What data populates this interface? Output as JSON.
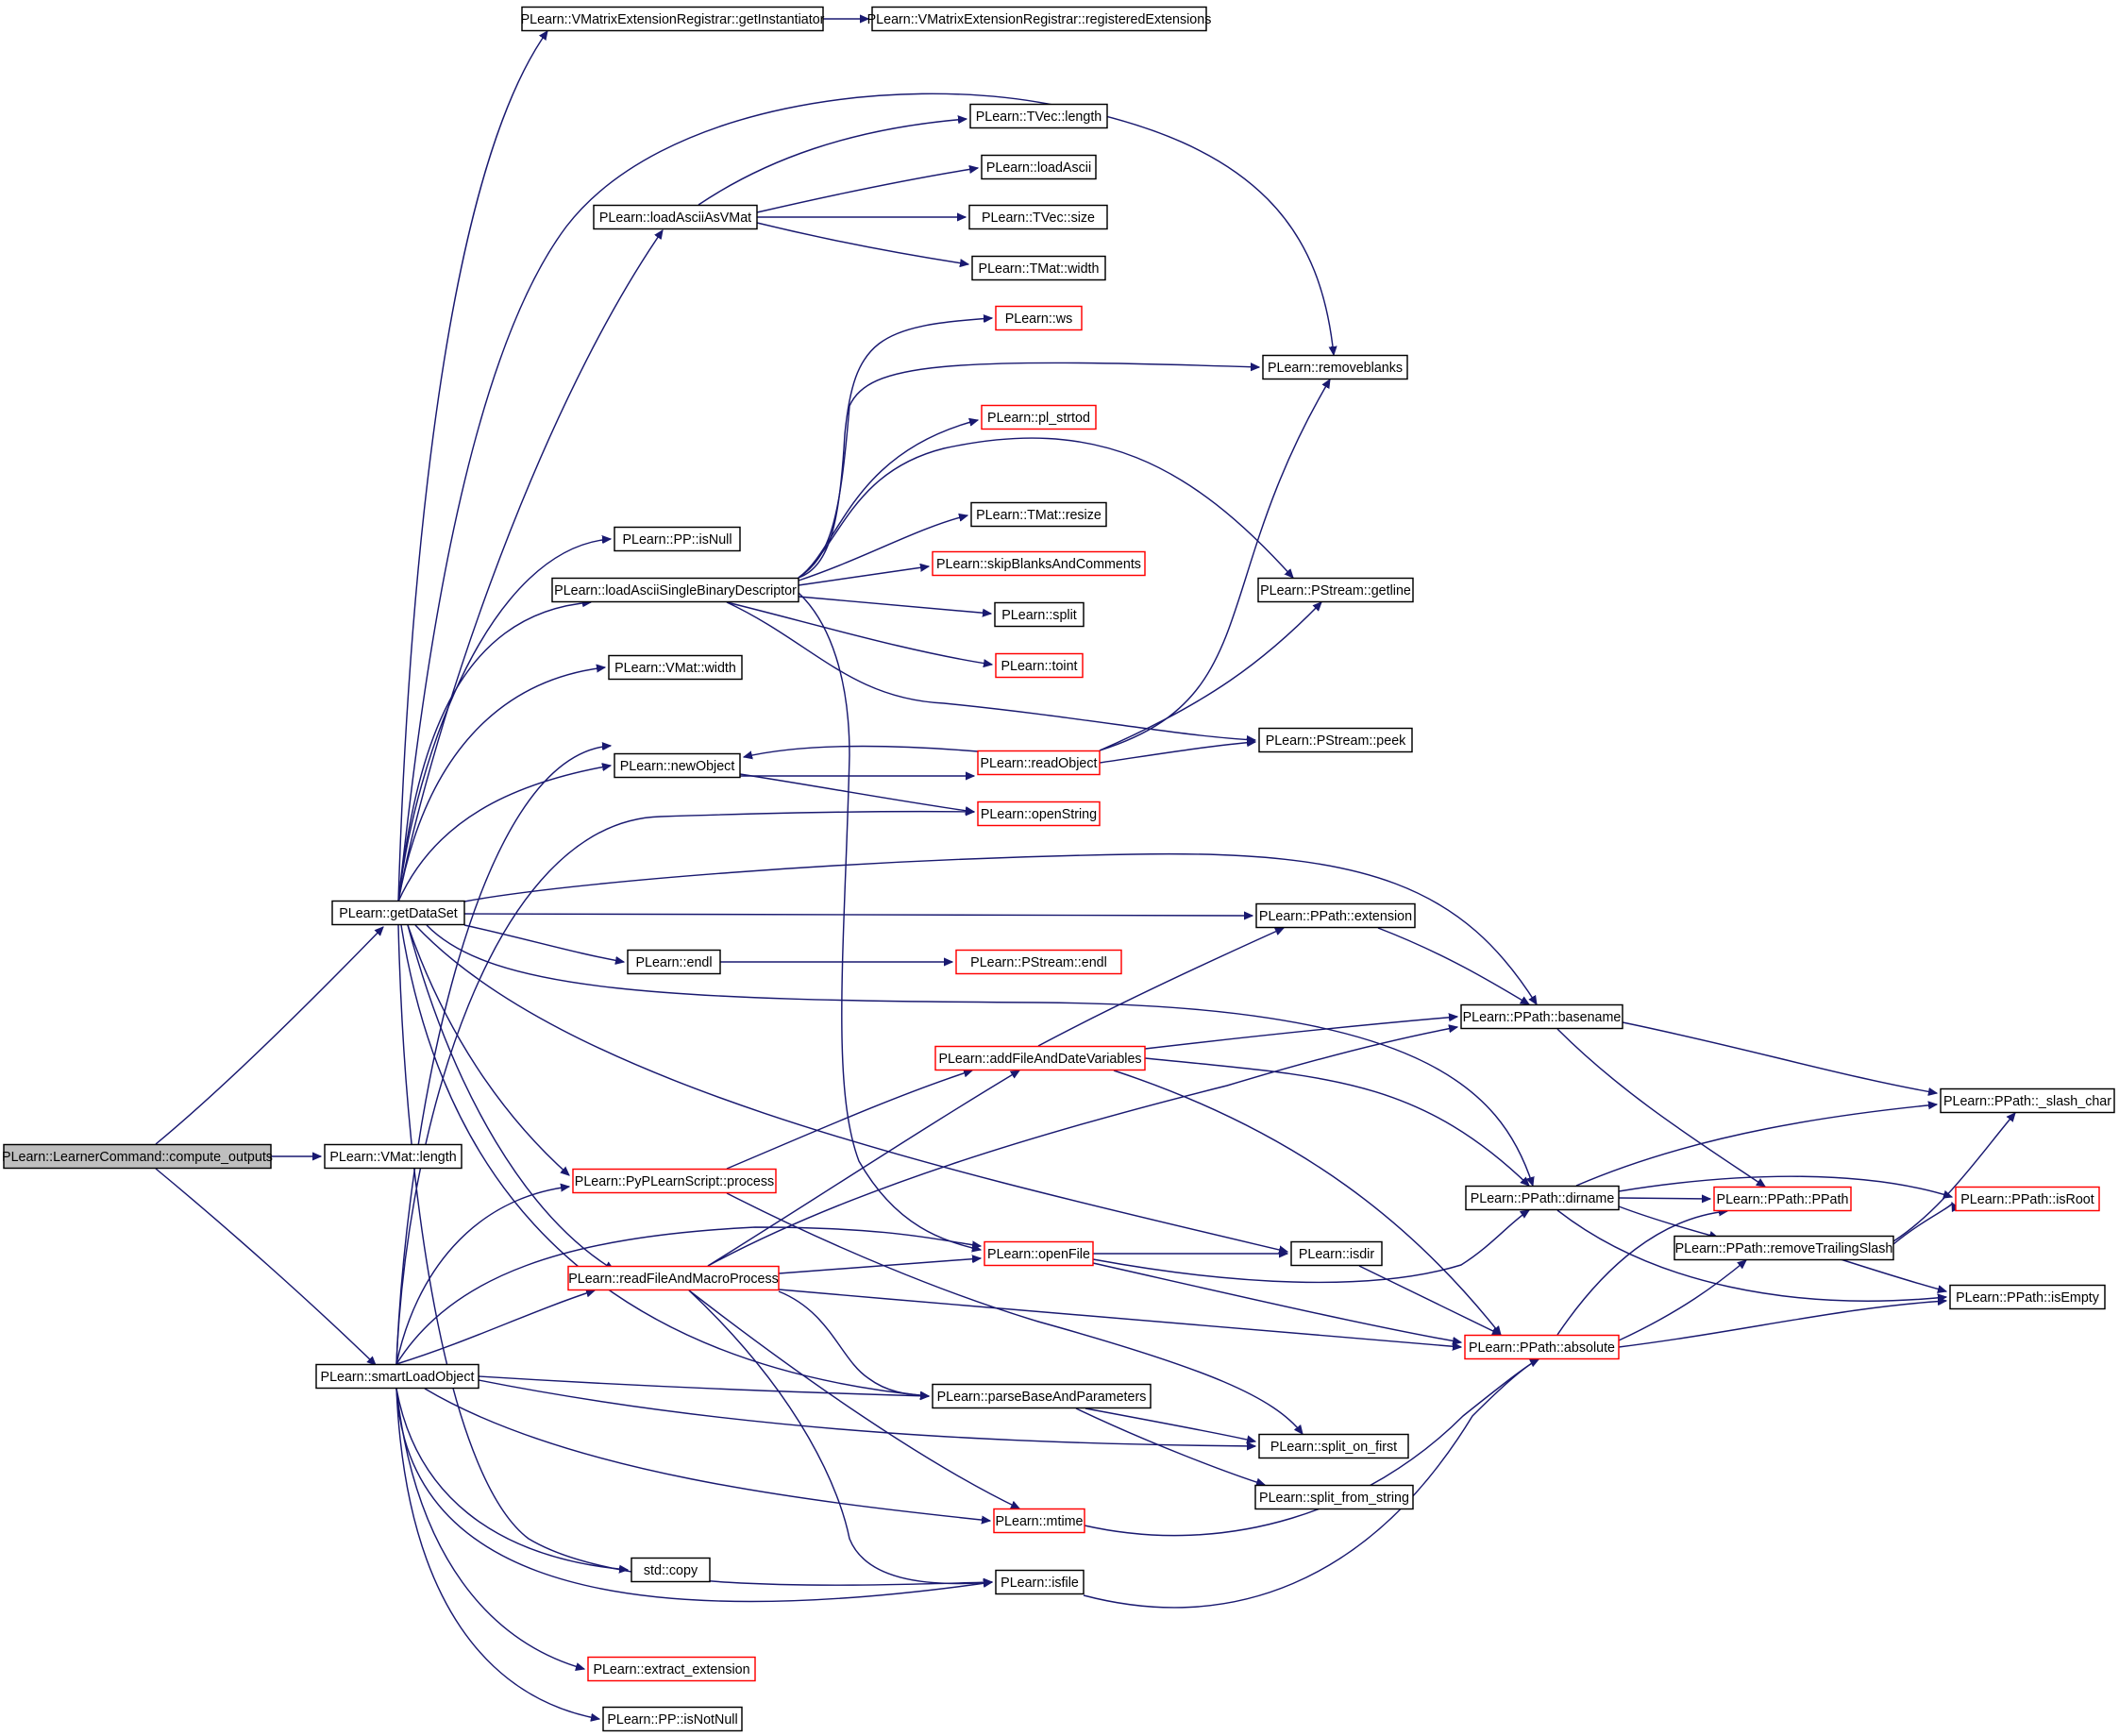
{
  "colors": {
    "edge": "#191970",
    "node_border": "#000000",
    "node_border_truncated": "#ff0000",
    "root_fill": "#bfbfbf",
    "node_fill": "#ffffff"
  },
  "nodes": [
    {
      "id": "root",
      "label": "PLearn::LearnerCommand::compute_outputs",
      "style": "root"
    },
    {
      "id": "getDataSet",
      "label": "PLearn::getDataSet",
      "style": "normal"
    },
    {
      "id": "vmatLength",
      "label": "PLearn::VMat::length",
      "style": "normal"
    },
    {
      "id": "smartLoad",
      "label": "PLearn::smartLoadObject",
      "style": "normal"
    },
    {
      "id": "getInst",
      "label": "PLearn::VMatrixExtensionRegistrar::getInstantiator",
      "style": "normal"
    },
    {
      "id": "regExt",
      "label": "PLearn::VMatrixExtensionRegistrar::registeredExtensions",
      "style": "normal"
    },
    {
      "id": "loadAsciiVMat",
      "label": "PLearn::loadAsciiAsVMat",
      "style": "normal"
    },
    {
      "id": "tvecLength",
      "label": "PLearn::TVec::length",
      "style": "normal"
    },
    {
      "id": "loadAscii",
      "label": "PLearn::loadAscii",
      "style": "normal"
    },
    {
      "id": "tvecSize",
      "label": "PLearn::TVec::size",
      "style": "normal"
    },
    {
      "id": "tmatWidth",
      "label": "PLearn::TMat::width",
      "style": "normal"
    },
    {
      "id": "ws",
      "label": "PLearn::ws",
      "style": "red"
    },
    {
      "id": "removeblanks",
      "label": "PLearn::removeblanks",
      "style": "normal"
    },
    {
      "id": "plStrtod",
      "label": "PLearn::pl_strtod",
      "style": "red"
    },
    {
      "id": "tmatResize",
      "label": "PLearn::TMat::resize",
      "style": "normal"
    },
    {
      "id": "ppIsNull",
      "label": "PLearn::PP::isNull",
      "style": "normal"
    },
    {
      "id": "loadAsciiSBD",
      "label": "PLearn::loadAsciiSingleBinaryDescriptor",
      "style": "normal"
    },
    {
      "id": "skipBlanks",
      "label": "PLearn::skipBlanksAndComments",
      "style": "red"
    },
    {
      "id": "getline",
      "label": "PLearn::PStream::getline",
      "style": "normal"
    },
    {
      "id": "split",
      "label": "PLearn::split",
      "style": "normal"
    },
    {
      "id": "toint",
      "label": "PLearn::toint",
      "style": "red"
    },
    {
      "id": "vmatWidth",
      "label": "PLearn::VMat::width",
      "style": "normal"
    },
    {
      "id": "peek",
      "label": "PLearn::PStream::peek",
      "style": "normal"
    },
    {
      "id": "newObject",
      "label": "PLearn::newObject",
      "style": "normal"
    },
    {
      "id": "readObject",
      "label": "PLearn::readObject",
      "style": "red"
    },
    {
      "id": "openString",
      "label": "PLearn::openString",
      "style": "red"
    },
    {
      "id": "extension",
      "label": "PLearn::PPath::extension",
      "style": "normal"
    },
    {
      "id": "endl",
      "label": "PLearn::endl",
      "style": "normal"
    },
    {
      "id": "pstreamEndl",
      "label": "PLearn::PStream::endl",
      "style": "red"
    },
    {
      "id": "basename",
      "label": "PLearn::PPath::basename",
      "style": "normal"
    },
    {
      "id": "addFileDate",
      "label": "PLearn::addFileAndDateVariables",
      "style": "red"
    },
    {
      "id": "slashChar",
      "label": "PLearn::PPath::_slash_char",
      "style": "normal"
    },
    {
      "id": "pyProcess",
      "label": "PLearn::PyPLearnScript::process",
      "style": "red"
    },
    {
      "id": "dirname",
      "label": "PLearn::PPath::dirname",
      "style": "normal"
    },
    {
      "id": "ppathCtor",
      "label": "PLearn::PPath::PPath",
      "style": "red"
    },
    {
      "id": "isRoot",
      "label": "PLearn::PPath::isRoot",
      "style": "red"
    },
    {
      "id": "removeTrailing",
      "label": "PLearn::PPath::removeTrailingSlash",
      "style": "normal"
    },
    {
      "id": "openFile",
      "label": "PLearn::openFile",
      "style": "red"
    },
    {
      "id": "isdir",
      "label": "PLearn::isdir",
      "style": "normal"
    },
    {
      "id": "readFileMacro",
      "label": "PLearn::readFileAndMacroProcess",
      "style": "red"
    },
    {
      "id": "isEmpty",
      "label": "PLearn::PPath::isEmpty",
      "style": "normal"
    },
    {
      "id": "absolute",
      "label": "PLearn::PPath::absolute",
      "style": "red"
    },
    {
      "id": "parseBase",
      "label": "PLearn::parseBaseAndParameters",
      "style": "normal"
    },
    {
      "id": "splitOnFirst",
      "label": "PLearn::split_on_first",
      "style": "normal"
    },
    {
      "id": "splitFromString",
      "label": "PLearn::split_from_string",
      "style": "normal"
    },
    {
      "id": "mtime",
      "label": "PLearn::mtime",
      "style": "red"
    },
    {
      "id": "stdCopy",
      "label": "std::copy",
      "style": "normal"
    },
    {
      "id": "isfile",
      "label": "PLearn::isfile",
      "style": "normal"
    },
    {
      "id": "extractExt",
      "label": "PLearn::extract_extension",
      "style": "red"
    },
    {
      "id": "ppIsNotNull",
      "label": "PLearn::PP::isNotNull",
      "style": "normal"
    }
  ],
  "edges": [
    [
      "root",
      "getDataSet"
    ],
    [
      "root",
      "vmatLength"
    ],
    [
      "root",
      "smartLoad"
    ],
    [
      "getDataSet",
      "getInst"
    ],
    [
      "getDataSet",
      "removeblanks"
    ],
    [
      "getDataSet",
      "loadAsciiVMat"
    ],
    [
      "getDataSet",
      "ppIsNull"
    ],
    [
      "getDataSet",
      "loadAsciiSBD"
    ],
    [
      "getDataSet",
      "vmatWidth"
    ],
    [
      "getDataSet",
      "newObject"
    ],
    [
      "getDataSet",
      "basename"
    ],
    [
      "getDataSet",
      "extension"
    ],
    [
      "getDataSet",
      "endl"
    ],
    [
      "getDataSet",
      "dirname"
    ],
    [
      "getDataSet",
      "isdir"
    ],
    [
      "getDataSet",
      "pyProcess"
    ],
    [
      "getDataSet",
      "readFileMacro"
    ],
    [
      "getDataSet",
      "parseBase"
    ],
    [
      "getDataSet",
      "isfile"
    ],
    [
      "getInst",
      "regExt"
    ],
    [
      "loadAsciiVMat",
      "tvecLength"
    ],
    [
      "loadAsciiVMat",
      "loadAscii"
    ],
    [
      "loadAsciiVMat",
      "tvecSize"
    ],
    [
      "loadAsciiVMat",
      "tmatWidth"
    ],
    [
      "loadAsciiSBD",
      "ws"
    ],
    [
      "loadAsciiSBD",
      "removeblanks"
    ],
    [
      "loadAsciiSBD",
      "plStrtod"
    ],
    [
      "loadAsciiSBD",
      "getline"
    ],
    [
      "loadAsciiSBD",
      "tmatResize"
    ],
    [
      "loadAsciiSBD",
      "skipBlanks"
    ],
    [
      "loadAsciiSBD",
      "split"
    ],
    [
      "loadAsciiSBD",
      "toint"
    ],
    [
      "loadAsciiSBD",
      "peek"
    ],
    [
      "loadAsciiSBD",
      "openFile"
    ],
    [
      "newObject",
      "readObject"
    ],
    [
      "newObject",
      "openString"
    ],
    [
      "readObject",
      "newObject"
    ],
    [
      "readObject",
      "removeblanks"
    ],
    [
      "readObject",
      "getline"
    ],
    [
      "readObject",
      "peek"
    ],
    [
      "extension",
      "basename"
    ],
    [
      "endl",
      "pstreamEndl"
    ],
    [
      "basename",
      "slashChar"
    ],
    [
      "basename",
      "ppathCtor"
    ],
    [
      "addFileDate",
      "extension"
    ],
    [
      "addFileDate",
      "basename"
    ],
    [
      "addFileDate",
      "dirname"
    ],
    [
      "addFileDate",
      "absolute"
    ],
    [
      "pyProcess",
      "addFileDate"
    ],
    [
      "pyProcess",
      "splitOnFirst"
    ],
    [
      "dirname",
      "slashChar"
    ],
    [
      "dirname",
      "ppathCtor"
    ],
    [
      "dirname",
      "isRoot"
    ],
    [
      "dirname",
      "removeTrailing"
    ],
    [
      "dirname",
      "isEmpty"
    ],
    [
      "removeTrailing",
      "slashChar"
    ],
    [
      "removeTrailing",
      "isRoot"
    ],
    [
      "removeTrailing",
      "isEmpty"
    ],
    [
      "openFile",
      "isdir"
    ],
    [
      "openFile",
      "dirname"
    ],
    [
      "openFile",
      "absolute"
    ],
    [
      "isdir",
      "absolute"
    ],
    [
      "readFileMacro",
      "addFileDate"
    ],
    [
      "readFileMacro",
      "basename"
    ],
    [
      "readFileMacro",
      "openFile"
    ],
    [
      "readFileMacro",
      "absolute"
    ],
    [
      "readFileMacro",
      "parseBase"
    ],
    [
      "readFileMacro",
      "mtime"
    ],
    [
      "readFileMacro",
      "isfile"
    ],
    [
      "absolute",
      "ppathCtor"
    ],
    [
      "absolute",
      "removeTrailing"
    ],
    [
      "absolute",
      "isEmpty"
    ],
    [
      "parseBase",
      "splitOnFirst"
    ],
    [
      "parseBase",
      "splitFromString"
    ],
    [
      "smartLoad",
      "newObject"
    ],
    [
      "smartLoad",
      "openString"
    ],
    [
      "smartLoad",
      "pyProcess"
    ],
    [
      "smartLoad",
      "openFile"
    ],
    [
      "smartLoad",
      "readFileMacro"
    ],
    [
      "smartLoad",
      "parseBase"
    ],
    [
      "smartLoad",
      "splitOnFirst"
    ],
    [
      "smartLoad",
      "mtime"
    ],
    [
      "smartLoad",
      "stdCopy"
    ],
    [
      "smartLoad",
      "isfile"
    ],
    [
      "smartLoad",
      "extractExt"
    ],
    [
      "smartLoad",
      "ppIsNotNull"
    ],
    [
      "mtime",
      "absolute"
    ],
    [
      "isfile",
      "absolute"
    ]
  ]
}
